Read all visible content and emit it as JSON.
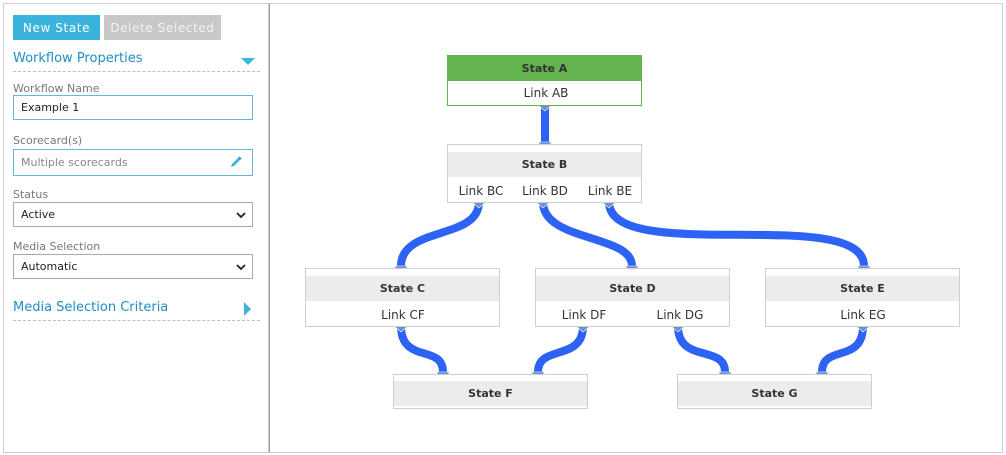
{
  "toolbar": {
    "new_state_label": "New State",
    "delete_selected_label": "Delete Selected"
  },
  "properties": {
    "section_title": "Workflow Properties",
    "workflow_name_label": "Workflow Name",
    "workflow_name_value": "Example 1",
    "scorecards_label": "Scorecard(s)",
    "scorecards_placeholder": "Multiple scorecards",
    "status_label": "Status",
    "status_value": "Active",
    "media_selection_label": "Media Selection",
    "media_selection_value": "Automatic"
  },
  "criteria": {
    "section_title": "Media Selection Criteria"
  },
  "states": {
    "a": {
      "name": "State A",
      "links": [
        "Link AB"
      ]
    },
    "b": {
      "name": "State B",
      "links": [
        "Link BC",
        "Link BD",
        "Link BE"
      ]
    },
    "c": {
      "name": "State C",
      "links": [
        "Link CF"
      ]
    },
    "d": {
      "name": "State D",
      "links": [
        "Link DF",
        "Link DG"
      ]
    },
    "e": {
      "name": "State E",
      "links": [
        "Link EG"
      ]
    },
    "f": {
      "name": "State F",
      "links": []
    },
    "g": {
      "name": "State G",
      "links": []
    }
  },
  "colors": {
    "accent": "#3ab3dd",
    "start_state": "#63b44e",
    "connector": "#2d63f4"
  }
}
